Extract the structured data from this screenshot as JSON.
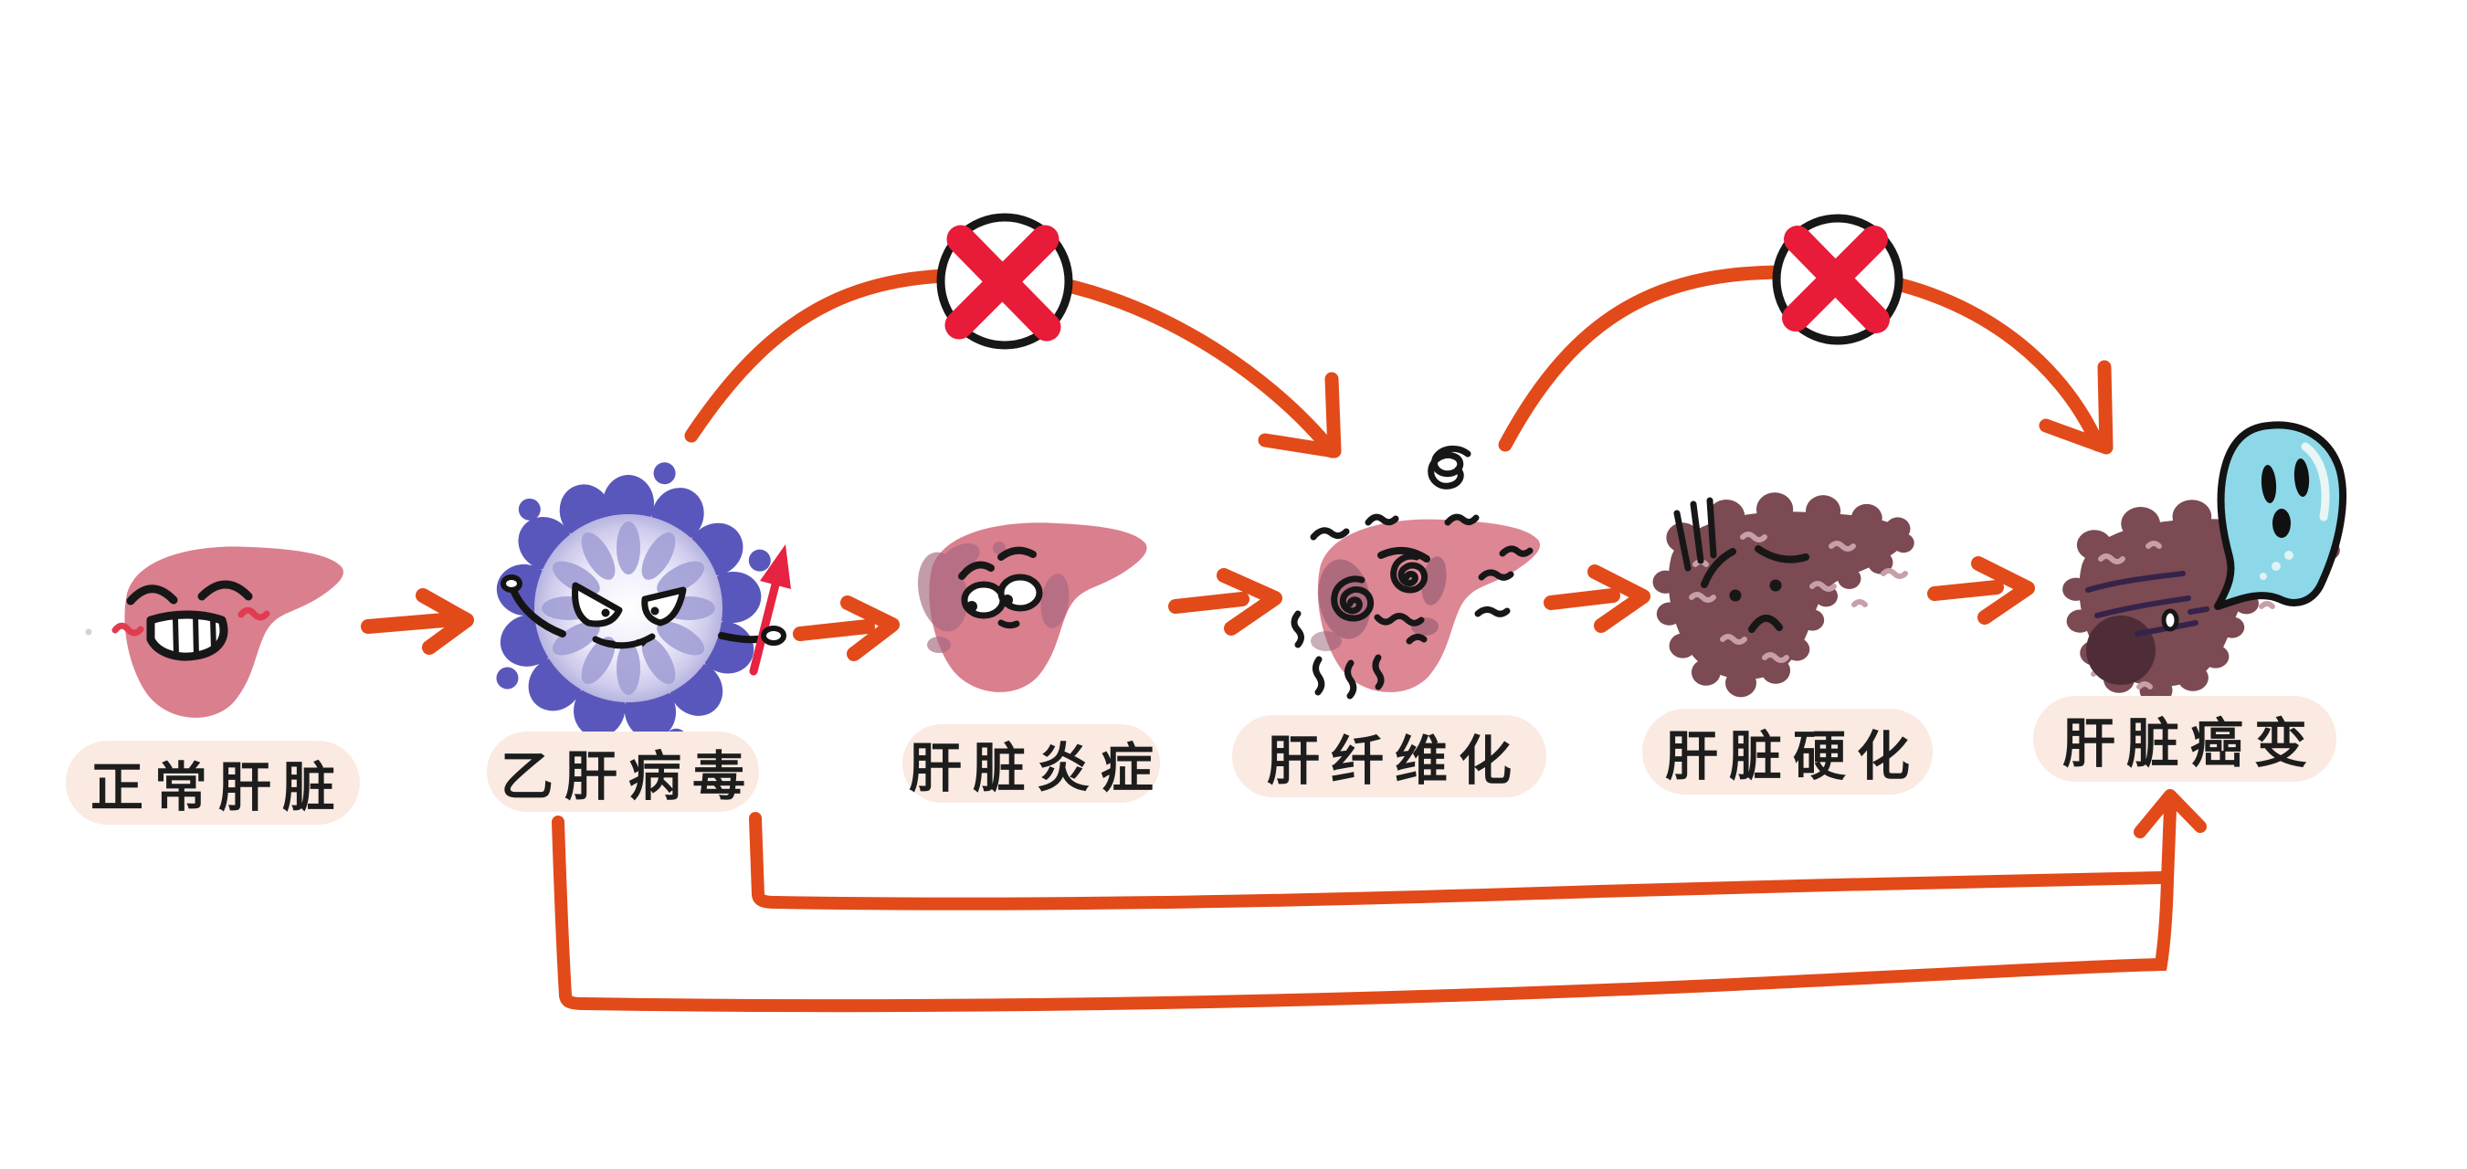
{
  "diagram": {
    "title": "",
    "stages": [
      {
        "id": "normal-liver",
        "label": "正常肝脏",
        "illustration": "smiling pink liver with big toothy grin and blushing cheeks"
      },
      {
        "id": "hepatitis-b-virus",
        "label": "乙肝病毒",
        "illustration": "purple spiky virus with angry eyes holding a small red arrow"
      },
      {
        "id": "liver-inflammation",
        "label": "肝脏炎症",
        "illustration": "worried pink liver with dark bruise patches"
      },
      {
        "id": "liver-fibrosis",
        "label": "肝纤维化",
        "illustration": "dizzy pink liver with spiral eyes, fibrous squiggles and a coil overhead"
      },
      {
        "id": "liver-cirrhosis",
        "label": "肝脏硬化",
        "illustration": "hardened lumpy dark-brown liver with sad face and stress lines"
      },
      {
        "id": "liver-cancer",
        "label": "肝脏癌变",
        "illustration": "dark-brown liver with large tumor, scratches and a blue ghost rising from it"
      }
    ],
    "sequence_arrows": [
      {
        "from": "正常肝脏",
        "to": "乙肝病毒"
      },
      {
        "from": "乙肝病毒",
        "to": "肝脏炎症"
      },
      {
        "from": "肝脏炎症",
        "to": "肝纤维化"
      },
      {
        "from": "肝纤维化",
        "to": "肝脏硬化"
      },
      {
        "from": "肝脏硬化",
        "to": "肝脏癌变"
      }
    ],
    "blocked_shortcuts": [
      {
        "from": "乙肝病毒",
        "to": "肝纤维化",
        "marker": "X-in-circle"
      },
      {
        "from": "肝纤维化",
        "to": "肝脏癌变",
        "marker": "X-in-circle"
      }
    ],
    "direct_progression_paths": [
      {
        "from": "乙肝病毒",
        "to": "肝脏癌变",
        "route": "bottom bypass line with upward arrow"
      },
      {
        "from": "肝脏炎症",
        "to": "肝脏癌变",
        "route": "bottom bypass line joining upward arrow"
      }
    ],
    "colors": {
      "background": "#ffffff",
      "flow_arrow": "#e24a1a",
      "x_mark": "#e81c38",
      "x_circle_outline": "#171717",
      "healthy_liver": "#d97f8e",
      "bruise_patch": "#a4687f",
      "virus_body": "#5a57bc",
      "virus_core": "#e9e8f7",
      "held_arrow": "#e62340",
      "diseased_liver": "#7b4a52",
      "tumor": "#4f2d38",
      "ghost": "#8cd8e8",
      "label_bubble": "#faeae1",
      "label_text": "#1d1d1d"
    }
  }
}
